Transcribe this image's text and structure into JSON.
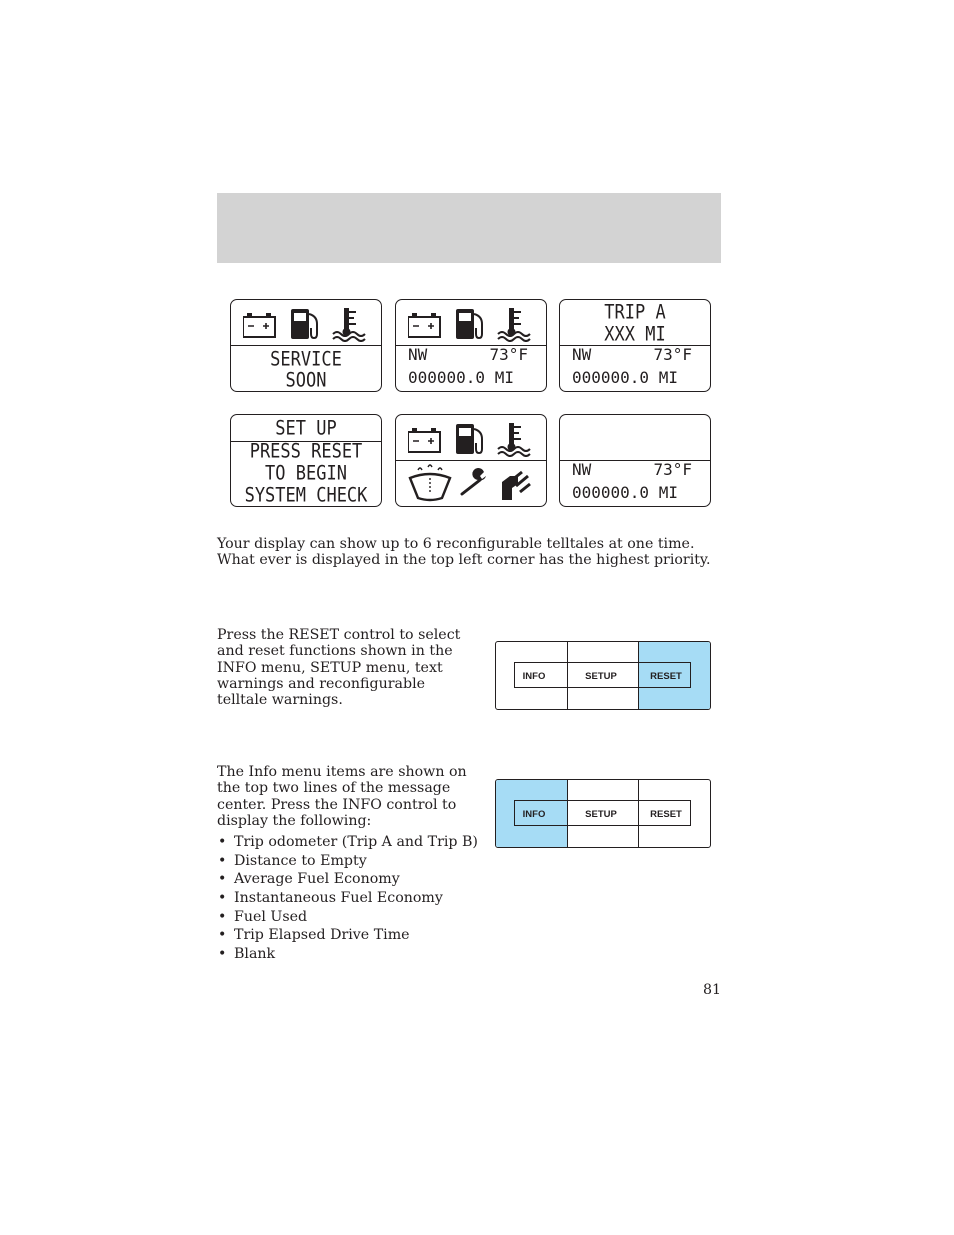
{
  "lcd_panels": {
    "p1": {
      "line1": "SERVICE",
      "line2": "SOON"
    },
    "p2": {
      "direction": "NW",
      "temp": "73°F",
      "odometer": "000000.0 MI"
    },
    "p3": {
      "line1": "TRIP A",
      "line2": "XXX MI",
      "direction": "NW",
      "temp": "73°F",
      "odometer": "000000.0 MI"
    },
    "p4": {
      "line1": "SET UP",
      "line2": "PRESS RESET",
      "line3": "TO BEGIN",
      "line4": "SYSTEM CHECK"
    },
    "p6": {
      "direction": "NW",
      "temp": "73°F",
      "odometer": "000000.0 MI"
    }
  },
  "intro": "Your display can show up to 6 reconfigurable telltales at one time. What ever is displayed in the top left corner has the highest priority.",
  "reset_section": {
    "text": "Press the RESET control to select and reset functions shown in the INFO menu, SETUP menu, text warnings and reconfigurable telltale warnings."
  },
  "info_section": {
    "text": "The Info menu items are shown on the top two lines of the message center. Press the INFO control to display the following:",
    "items": [
      "Trip odometer (Trip A and Trip B)",
      "Distance to Empty",
      "Average Fuel Economy",
      "Instantaneous Fuel Economy",
      "Fuel Used",
      "Trip Elapsed Drive Time",
      "Blank"
    ]
  },
  "controls": {
    "info": "INFO",
    "setup": "SETUP",
    "reset": "RESET",
    "highlight": "#a6dcf5"
  },
  "page_number": "81"
}
